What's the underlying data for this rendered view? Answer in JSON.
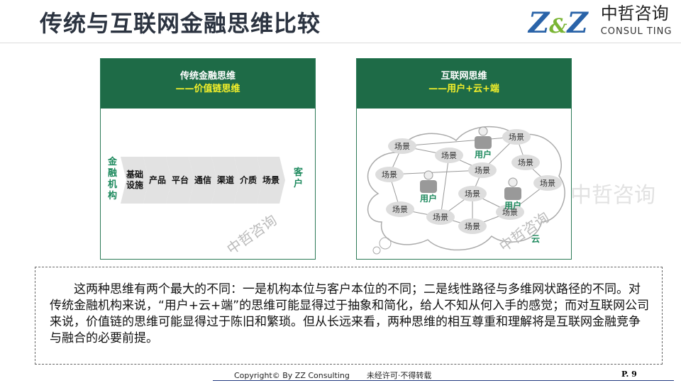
{
  "title": "传统与互联网金融思维比较",
  "logo": {
    "mark": "Z&Z",
    "cn": "中哲咨询",
    "en": "CONSUL TING"
  },
  "left_panel": {
    "title": "传统金融思维",
    "subtitle": "——价值链思维",
    "start": "金融机构",
    "end": "客户",
    "steps": [
      "基础设施",
      "产品",
      "平台",
      "通信",
      "渠道",
      "介质",
      "场景"
    ],
    "watermark": "中哲咨询"
  },
  "right_panel": {
    "title": "互联网思维",
    "subtitle": "——用户+云+端",
    "scene": "场景",
    "user": "用户",
    "cloud": "云",
    "watermark": "中哲咨询"
  },
  "bg_watermark": "中哲咨询",
  "body_text": "这两种思维有两个最大的不同：一是机构本位与客户本位的不同；二是线性路径与多维网状路径的不同。对传统金融机构来说，“用户+云+端”的思维可能显得过于抽象和简化，给人不知从何入手的感觉；而对互联网公司来说，价值链的思维可能显得过于陈旧和繁琐。但从长远来看，两种思维的相互尊重和理解将是互联网金融竞争与融合的必要前提。",
  "footer": {
    "copyright": "Copyright© By  ZZ Consulting",
    "notice": "未经许可·不得转载",
    "page": "P. 9"
  }
}
